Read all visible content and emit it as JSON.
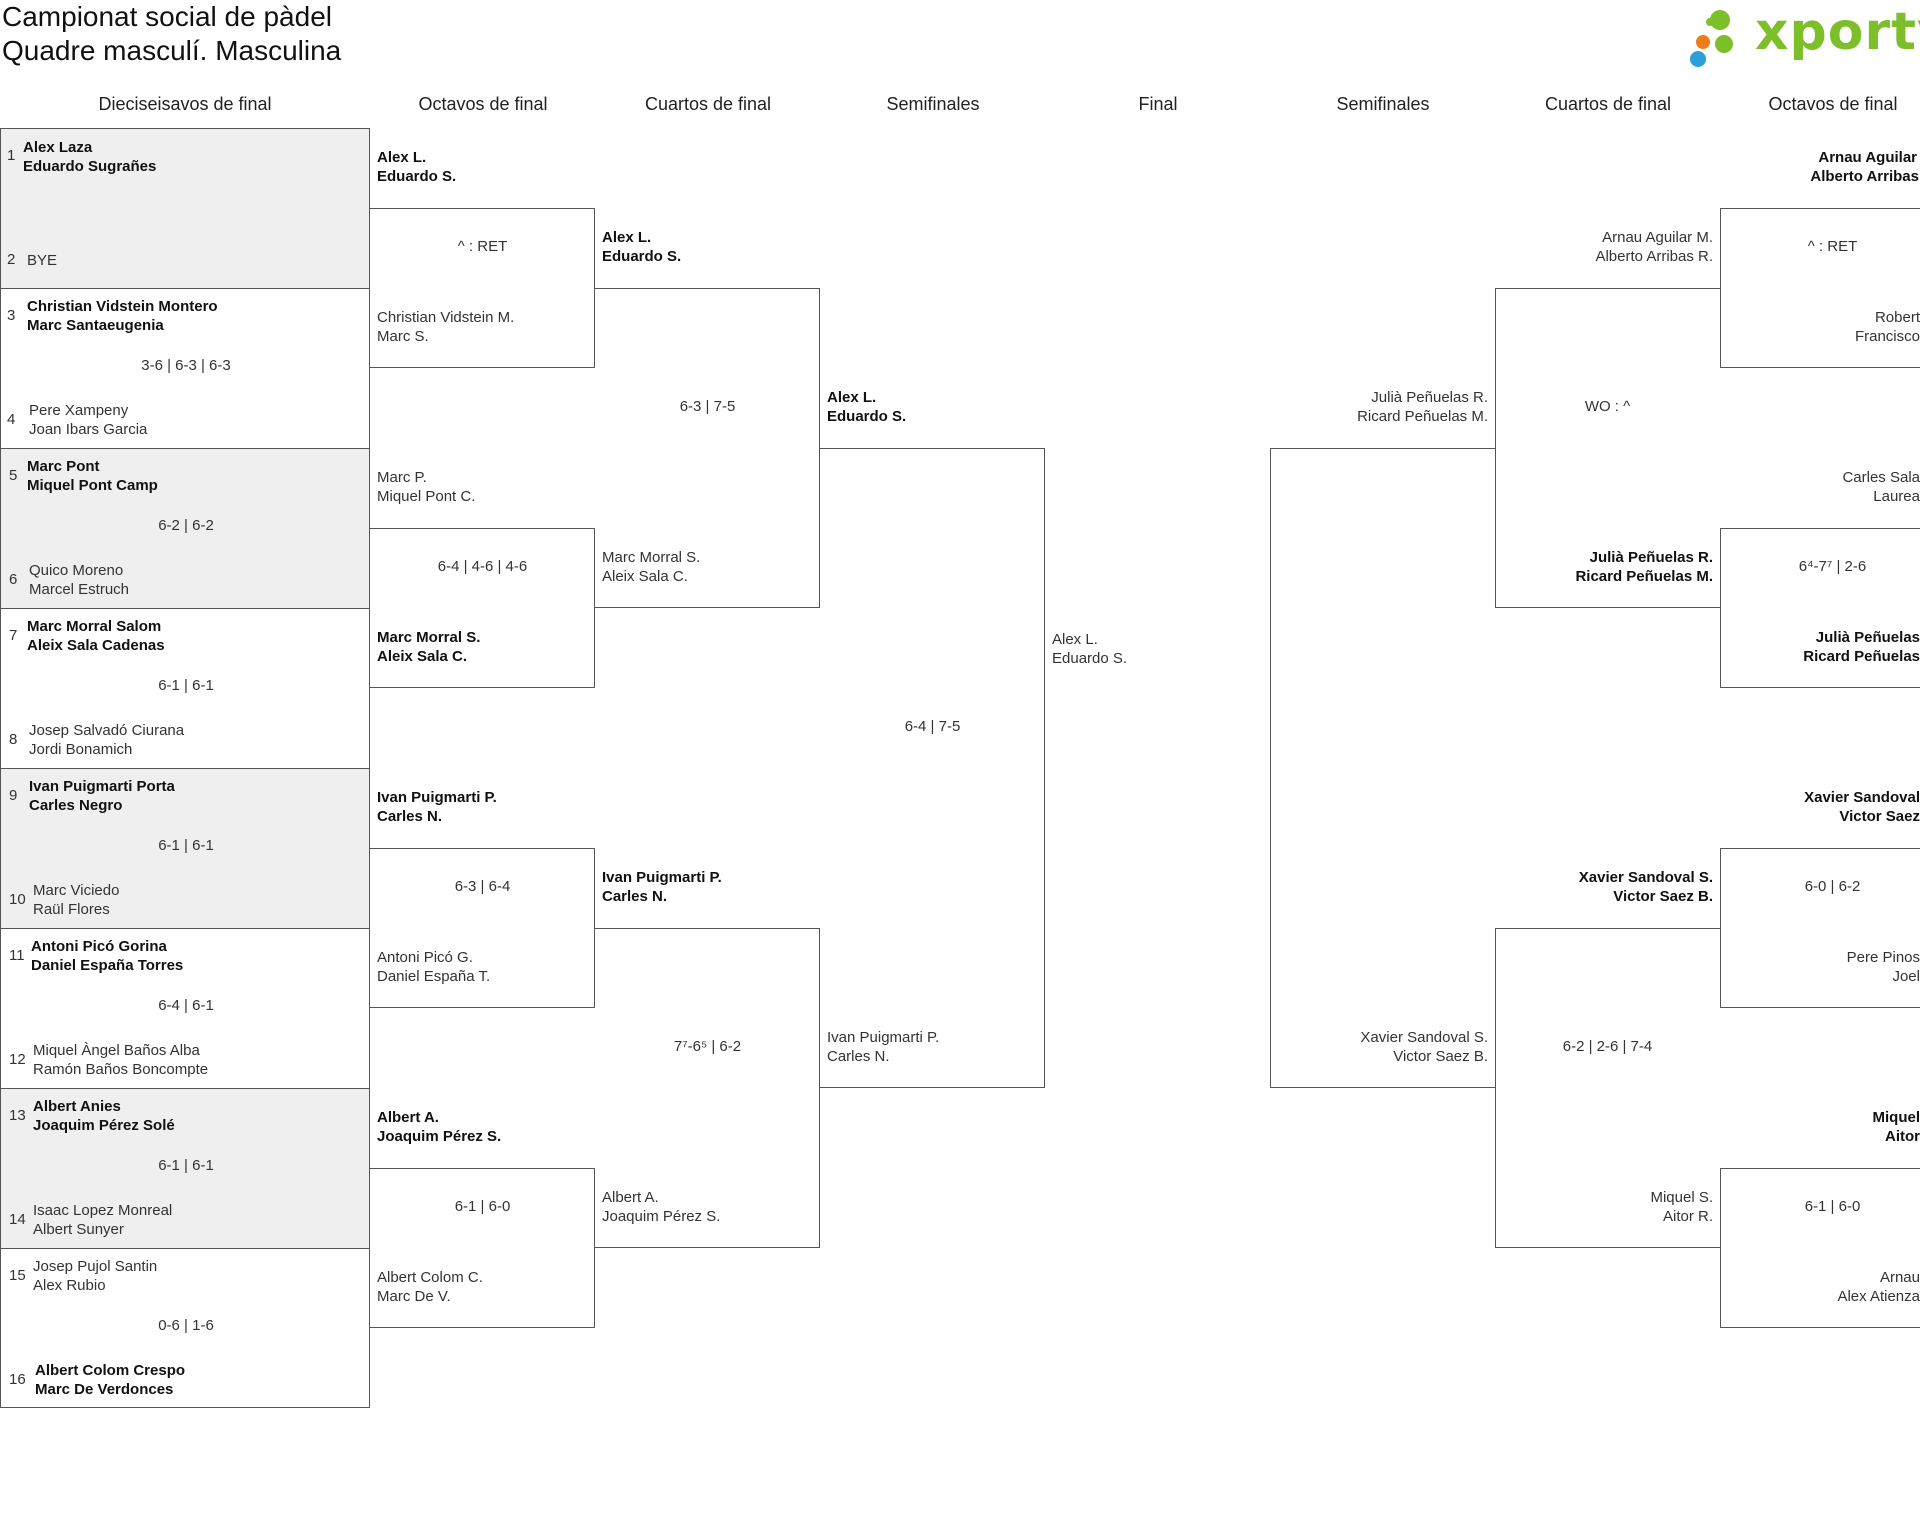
{
  "header": {
    "title_line1": "Campionat social de pàdel",
    "title_line2": "Quadre masculí. Masculina",
    "logo_text": "xporty"
  },
  "colors": {
    "logo_green": "#7dbf2a",
    "logo_blue": "#2aa0d8",
    "logo_orange": "#f07b1a",
    "shade": "#efefef"
  },
  "columns": [
    "Dieciseisavos de final",
    "Octavos de final",
    "Cuartos de final",
    "Semifinales",
    "Final",
    "Semifinales",
    "Cuartos de final",
    "Octavos de final"
  ],
  "r32": [
    {
      "seed": "1",
      "p1": "Alex Laza",
      "p2": "Eduardo Sugrañes",
      "seed2": "2",
      "q1": "BYE",
      "q2": "",
      "score": "",
      "winner": "top"
    },
    {
      "seed": "3",
      "p1": "Christian Vidstein Montero",
      "p2": "Marc Santaeugenia",
      "seed2": "4",
      "q1": "Pere Xampeny",
      "q2": "Joan Ibars Garcia",
      "score": "3-6 | 6-3 | 6-3",
      "winner": "top"
    },
    {
      "seed": "5",
      "p1": "Marc Pont",
      "p2": "Miquel Pont Camp",
      "seed2": "6",
      "q1": "Quico Moreno",
      "q2": "Marcel Estruch",
      "score": "6-2 | 6-2",
      "winner": "top"
    },
    {
      "seed": "7",
      "p1": "Marc Morral Salom",
      "p2": "Aleix Sala Cadenas",
      "seed2": "8",
      "q1": "Josep Salvadó Ciurana",
      "q2": "Jordi Bonamich",
      "score": "6-1 | 6-1",
      "winner": "top"
    },
    {
      "seed": "9",
      "p1": "Ivan Puigmarti Porta",
      "p2": "Carles Negro",
      "seed2": "10",
      "q1": "Marc Viciedo",
      "q2": "Raül Flores",
      "score": "6-1 | 6-1",
      "winner": "top"
    },
    {
      "seed": "11",
      "p1": "Antoni Picó Gorina",
      "p2": "Daniel España Torres",
      "seed2": "12",
      "q1": "Miquel Àngel Baños Alba",
      "q2": "Ramón Baños Boncompte",
      "score": "6-4 | 6-1",
      "winner": "top"
    },
    {
      "seed": "13",
      "p1": "Albert Anies",
      "p2": "Joaquim Pérez Solé",
      "seed2": "14",
      "q1": "Isaac Lopez Monreal",
      "q2": "Albert Sunyer",
      "score": "6-1 | 6-1",
      "winner": "top"
    },
    {
      "seed": "15",
      "p1": "Josep Pujol Santin",
      "p2": "Alex Rubio",
      "seed2": "16",
      "q1": "Albert Colom Crespo",
      "q2": "Marc De Verdonces",
      "score": "0-6 | 1-6",
      "winner": "bottom"
    }
  ],
  "r16_left": [
    {
      "a1": "Alex L.",
      "a2": "Eduardo S.",
      "b1": "Christian Vidstein M.",
      "b2": "Marc S.",
      "score": "^ : RET",
      "winner": "top"
    },
    {
      "a1": "Marc P.",
      "a2": "Miquel Pont C.",
      "b1": "Marc Morral S.",
      "b2": "Aleix Sala C.",
      "score": "6-4 | 4-6 | 4-6",
      "winner": "bottom"
    },
    {
      "a1": "Ivan Puigmarti P.",
      "a2": "Carles N.",
      "b1": "Antoni Picó G.",
      "b2": "Daniel España T.",
      "score": "6-3 | 6-4",
      "winner": "top"
    },
    {
      "a1": "Albert A.",
      "a2": "Joaquim Pérez S.",
      "b1": "Albert Colom C.",
      "b2": "Marc De V.",
      "score": "6-1 | 6-0",
      "winner": "top"
    }
  ],
  "qf_left": [
    {
      "a1": "Alex L.",
      "a2": "Eduardo S.",
      "b1": "Marc Morral S.",
      "b2": "Aleix Sala C.",
      "score": "6-3 | 7-5",
      "winner": "top"
    },
    {
      "a1": "Ivan Puigmarti P.",
      "a2": "Carles N.",
      "b1": "Albert A.",
      "b2": "Joaquim Pérez S.",
      "score": "7⁷-6⁵ | 6-2",
      "winner": "top"
    }
  ],
  "sf_left": {
    "a1": "Alex L.",
    "a2": "Eduardo S.",
    "b1": "Ivan Puigmarti P.",
    "b2": "Carles N.",
    "score": "6-4 | 7-5",
    "winner": "top"
  },
  "final": {
    "a1": "Alex L.",
    "a2": "Eduardo S."
  },
  "sf_right": {
    "a1": "Julià Peñuelas R.",
    "a2": "Ricard Peñuelas M.",
    "b1": "Xavier Sandoval S.",
    "b2": "Victor Saez B."
  },
  "qf_right": [
    {
      "a1": "Arnau Aguilar M.",
      "a2": "Alberto Arribas R.",
      "b1": "Julià Peñuelas R.",
      "b2": "Ricard Peñuelas M.",
      "score": "WO : ^",
      "winner": "bottom"
    },
    {
      "a1": "Xavier Sandoval S.",
      "a2": "Victor Saez B.",
      "b1": "Miquel S.",
      "b2": "Aitor R.",
      "score": "6-2 | 2-6 | 7-4",
      "winner": "top"
    }
  ],
  "r16_right": [
    {
      "a1": "Arnau Aguilar",
      "a2": "Alberto Arribas",
      "b1": "Robert",
      "b2": "Francisco",
      "score": "^ : RET",
      "winner": "top"
    },
    {
      "a1": "Carles Sala",
      "a2": "Laurea",
      "b1": "Julià Peñuelas",
      "b2": "Ricard Peñuelas",
      "score": "6⁴-7⁷ | 2-6",
      "winner": "bottom"
    },
    {
      "a1": "Xavier Sandoval",
      "a2": "Victor Saez",
      "b1": "Pere Pinos",
      "b2": "Joel",
      "score": "6-0 | 6-2",
      "winner": "top"
    },
    {
      "a1": "Miquel",
      "a2": "Aitor",
      "b1": "Arnau",
      "b2": "Alex Atienza",
      "score": "6-1 | 6-0",
      "winner": "top"
    }
  ]
}
